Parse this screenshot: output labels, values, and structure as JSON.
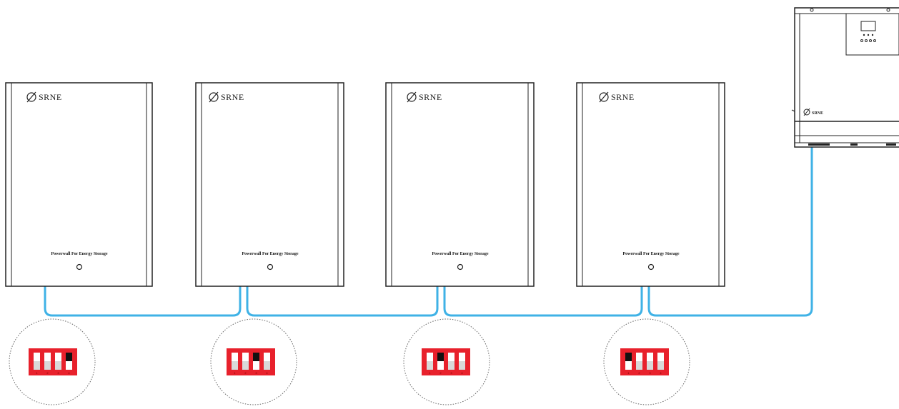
{
  "brand": "SRNE",
  "battery_caption": "Powerwall For Energy Storage",
  "cable_color": "#3fb2e6",
  "dip_color": "#e8212c",
  "batteries": [
    {
      "label": "SRNE",
      "caption": "Powerwall For Energy Storage",
      "dip": [
        0,
        0,
        0,
        1
      ]
    },
    {
      "label": "SRNE",
      "caption": "Powerwall For Energy Storage",
      "dip": [
        0,
        0,
        1,
        0
      ]
    },
    {
      "label": "SRNE",
      "caption": "Powerwall For Energy Storage",
      "dip": [
        0,
        1,
        0,
        0
      ]
    },
    {
      "label": "SRNE",
      "caption": "Powerwall For Energy Storage",
      "dip": [
        1,
        0,
        0,
        0
      ]
    }
  ],
  "dip_numbers": [
    "1",
    "2",
    "3",
    "4"
  ],
  "inverter": {
    "label": "SRNE",
    "icon": "inverter-icon"
  }
}
